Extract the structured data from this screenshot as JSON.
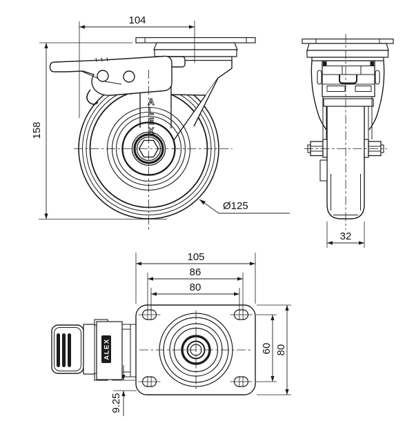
{
  "drawing": {
    "background": "#ffffff",
    "line_color": "#1c1c1c",
    "brand": "ALEX",
    "front_view": {
      "dim_plate_offset": "104",
      "dim_overall_height": "158",
      "dim_wheel_diameter": "Ø125",
      "brand_letters": [
        "A",
        "L",
        "E",
        "X"
      ]
    },
    "side_view": {
      "dim_wheel_width": "32"
    },
    "plan_view": {
      "dim_plate_length": "105",
      "dim_bolt_span_outer": "86",
      "dim_bolt_span_inner": "80",
      "dim_bolt_span_vertical": "60",
      "dim_plate_width": "80",
      "dim_pedal_clearance": "9.25",
      "pedal_brand_label": "ALEX"
    }
  }
}
